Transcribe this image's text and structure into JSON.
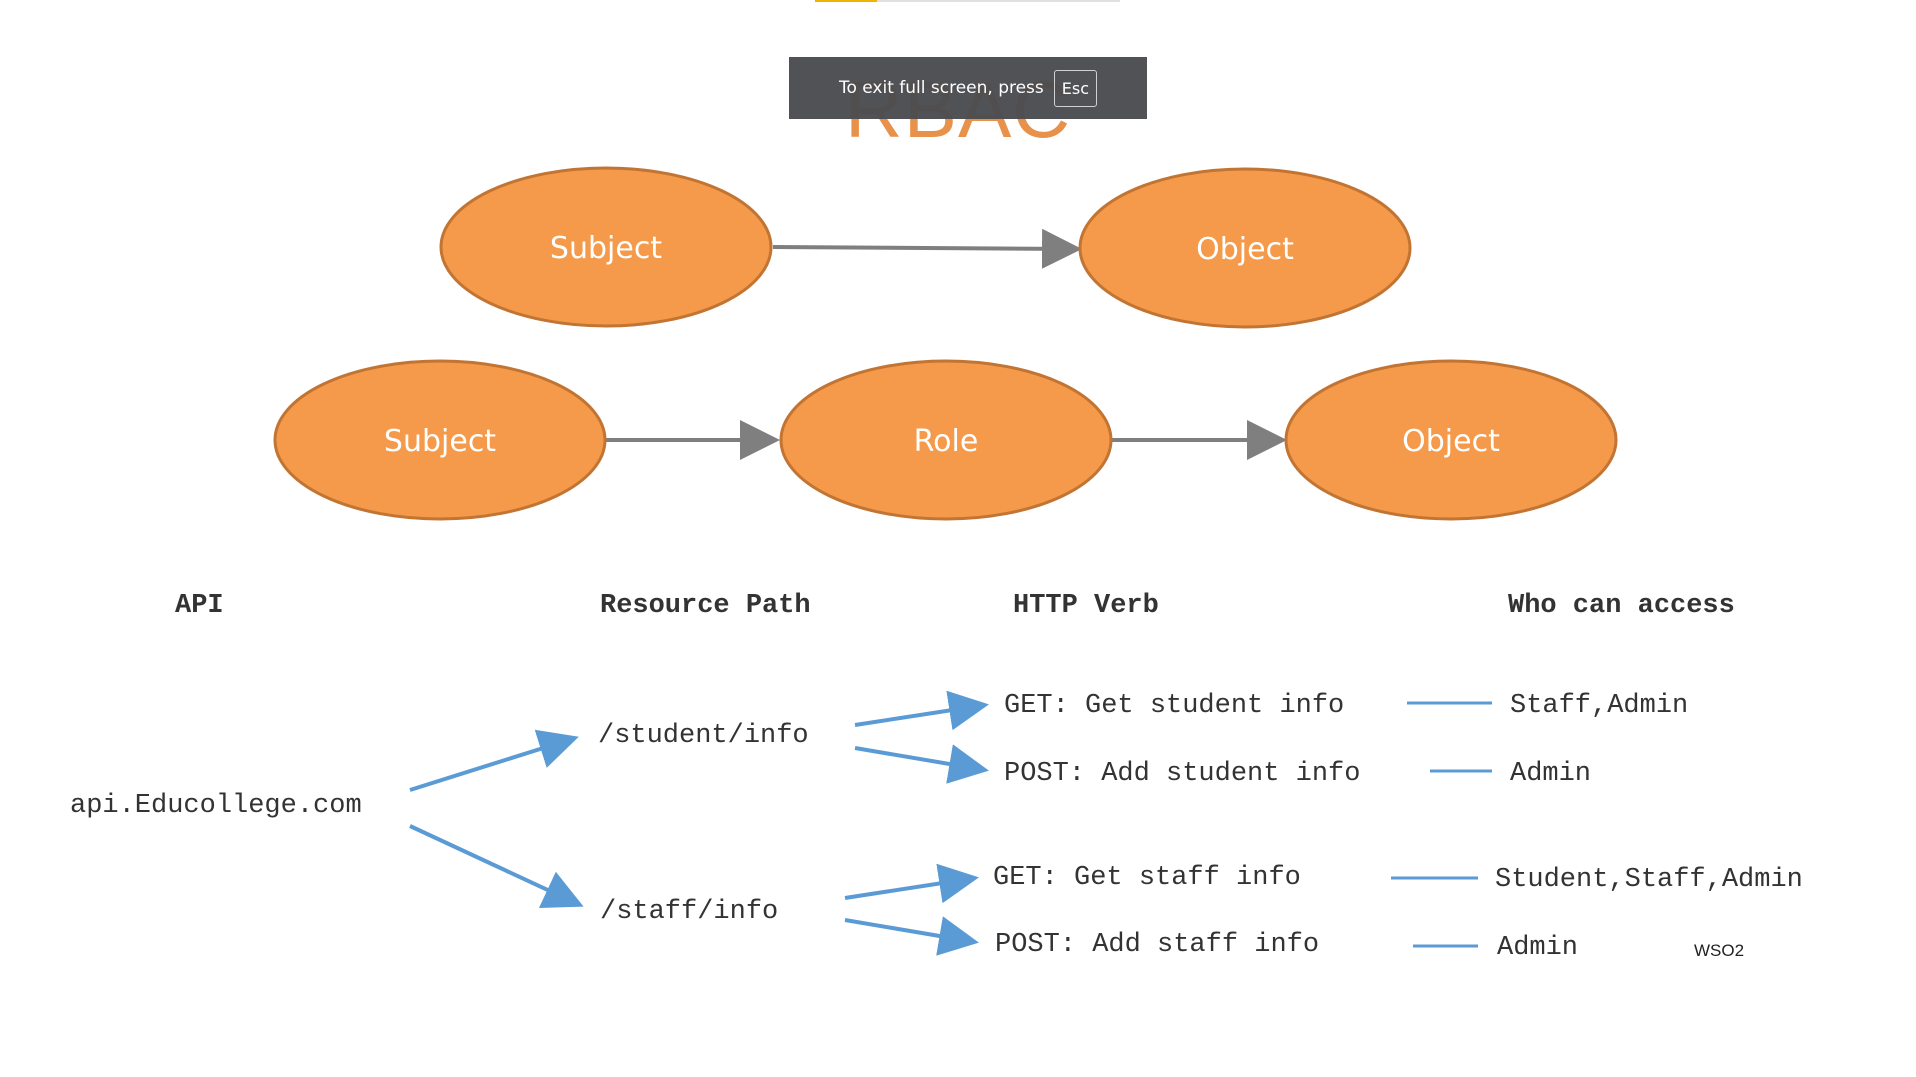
{
  "fullscreen_notice": {
    "text": "To exit full screen, press",
    "key": "Esc"
  },
  "slide": {
    "title": "RBAC",
    "diagram_top": {
      "nodes": [
        "Subject",
        "Object"
      ]
    },
    "diagram_middle": {
      "nodes": [
        "Subject",
        "Role",
        "Object"
      ]
    },
    "table": {
      "headers": [
        "API",
        "Resource Path",
        "HTTP Verb",
        "Who can access"
      ],
      "api": "api.Educollege.com",
      "resources": [
        {
          "path": "/student/info",
          "verbs": [
            {
              "verb": "GET: Get student info",
              "access": "Staff,Admin"
            },
            {
              "verb": "POST: Add student info",
              "access": "Admin"
            }
          ]
        },
        {
          "path": "/staff/info",
          "verbs": [
            {
              "verb": "GET: Get staff info",
              "access": "Student,Staff,Admin"
            },
            {
              "verb": "POST: Add staff info",
              "access": "Admin"
            }
          ]
        }
      ]
    },
    "footer_label": "WSO2"
  },
  "colors": {
    "node_fill": "#f49a4a",
    "node_stroke": "#c27433",
    "arrow_gray": "#7f7f7f",
    "arrow_blue": "#5b9bd5",
    "title": "#e8914a"
  }
}
